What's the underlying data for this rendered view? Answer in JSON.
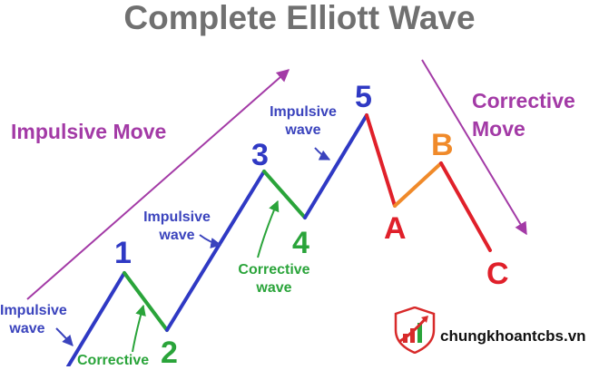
{
  "title": "Complete Elliott Wave",
  "impulsive_move": "Impulsive Move",
  "corrective_move_1": "Corrective",
  "corrective_move_2": "Move",
  "labels": {
    "impulsive_wave_top_1": "Impulsive",
    "impulsive_wave_top_2": "wave",
    "impulsive_wave_mid_1": "Impulsive",
    "impulsive_wave_mid_2": "wave",
    "impulsive_wave_low_1": "Impulsive",
    "impulsive_wave_low_2": "wave",
    "corrective_wave_1": "Corrective",
    "corrective_wave_2": "wave",
    "corrective_bottom": "Corrective"
  },
  "waves": {
    "w1": "1",
    "w2": "2",
    "w3": "3",
    "w4": "4",
    "w5": "5",
    "a": "A",
    "b": "B",
    "c": "C"
  },
  "brand": "chungkhoantcbs.vn",
  "colors": {
    "impulse": "#2f39c4",
    "correction_green": "#2aa43a",
    "red": "#e0202a",
    "orange": "#f08a2a",
    "purple": "#a33aa6"
  }
}
